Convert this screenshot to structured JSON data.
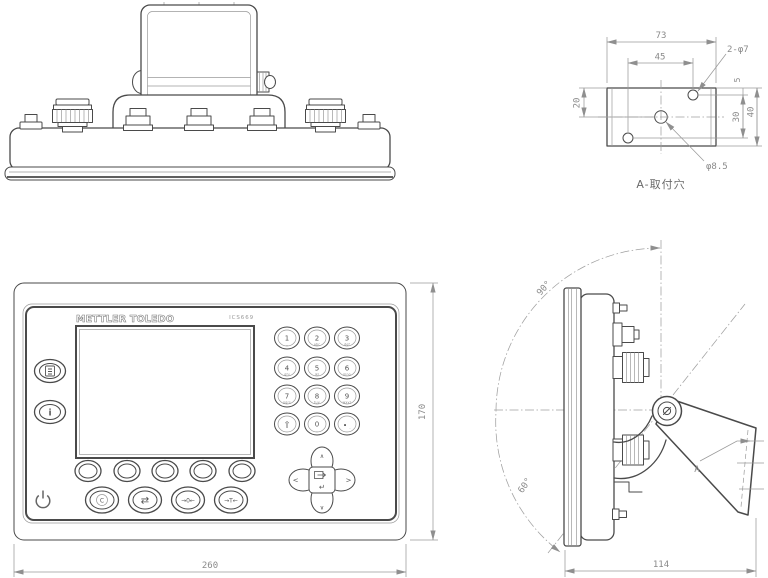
{
  "front_view": {
    "brand": "METTLER TOLEDO",
    "model": "ICS669",
    "dims": {
      "width": "260",
      "height": "170"
    },
    "keys": {
      "info": "i",
      "clear": "C",
      "switch": "⇄",
      "zero": "→0←",
      "tare": "→T←"
    },
    "keypad": [
      {
        "label": "1",
        "sub": ".,"
      },
      {
        "label": "2",
        "sub": "abc"
      },
      {
        "label": "3",
        "sub": "def"
      },
      {
        "label": "4",
        "sub": "ghi"
      },
      {
        "label": "5",
        "sub": "jkl"
      },
      {
        "label": "6",
        "sub": "mno"
      },
      {
        "label": "7",
        "sub": "pqrs"
      },
      {
        "label": "8",
        "sub": "tuv"
      },
      {
        "label": "9",
        "sub": "wxyz"
      },
      {
        "label": "⇧",
        "sub": ""
      },
      {
        "label": "0",
        "sub": "_"
      },
      {
        "label": ".",
        "sub": "-"
      }
    ],
    "nav": {
      "up": "∧",
      "down": "∨",
      "left": "<",
      "right": ">",
      "enter": "↵"
    },
    "icons": {
      "power_icon": "arc-circle-with-bar",
      "menu_icon": "framed-list-lines",
      "enter_icon": "window-plus-return-arrow"
    }
  },
  "mount_detail": {
    "caption": "A-取付穴",
    "dims": {
      "overall_width": "73",
      "hole_spacing_h": "45",
      "small_holes": "2-φ7",
      "top_offset": "5",
      "left_offset": "20",
      "hole_spacing_v": "30",
      "overall_height": "40",
      "center_hole": "φ8.5"
    }
  },
  "side_view": {
    "angle_upper": "90°",
    "angle_lower": "60°",
    "dims": {
      "depth": "114"
    },
    "bracket_ref": "A"
  }
}
